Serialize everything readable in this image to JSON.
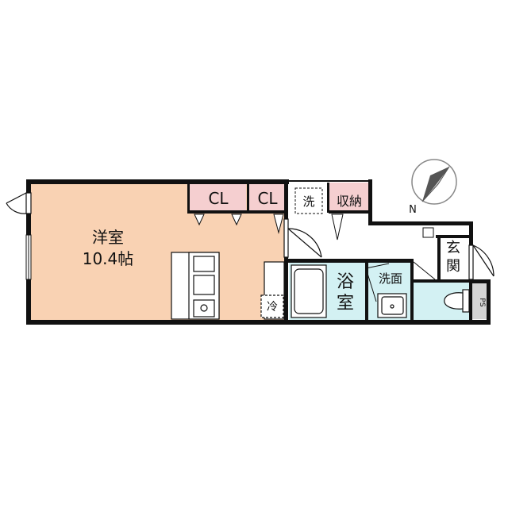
{
  "rooms": {
    "western_room": {
      "name": "洋室",
      "size": "10.4帖"
    },
    "closet_1": "CL",
    "closet_2": "CL",
    "washer_space": "洗",
    "storage": "収納",
    "bath": {
      "line1": "浴",
      "line2": "室"
    },
    "washroom": "洗面",
    "entrance": {
      "line1": "玄",
      "line2": "関"
    },
    "fridge": "冷",
    "pipe_space": "PS"
  },
  "compass": {
    "north_label": "N"
  },
  "colors": {
    "room_fill": "#f9d2b3",
    "closet_fill": "#f5cfd0",
    "wet_area_fill": "#d3f1f3",
    "wall": "#111111",
    "pipe_space_fill": "#d5d5d5"
  }
}
